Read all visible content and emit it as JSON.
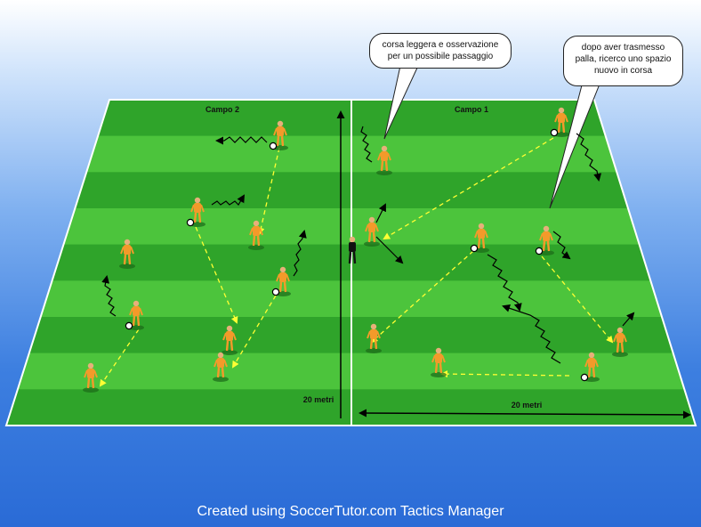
{
  "field": {
    "campo1_label": "Campo 1",
    "campo2_label": "Campo 2",
    "dimension_vertical": "20 metri",
    "dimension_horizontal": "20 metri"
  },
  "callouts": {
    "bubble1": "corsa leggera e osservazione per un possibile passaggio",
    "bubble2": "dopo aver trasmesso palla, ricerco uno spazio nuovo in corsa"
  },
  "footer": {
    "credit": "Created using SoccerTutor.com Tactics Manager"
  },
  "colors": {
    "pitch_dark": "#2fa42a",
    "pitch_light": "#4cc43c",
    "player": "#f39a2a",
    "referee": "#111111",
    "pass_line": "#ffff33",
    "background_bottom": "#2a6bd6"
  }
}
